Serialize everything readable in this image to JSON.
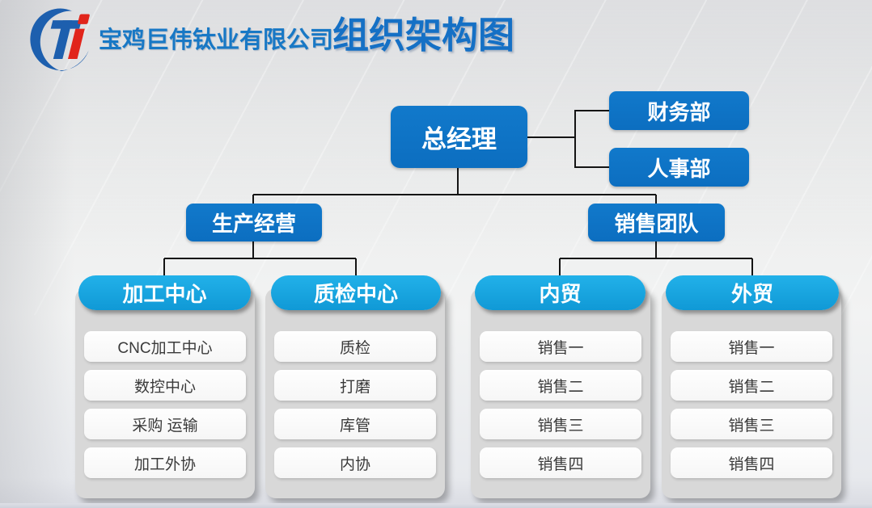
{
  "header": {
    "company": "宝鸡巨伟钛业有限公司",
    "title": "组织架构图"
  },
  "colors": {
    "node_blue": "#0d72c4",
    "pill_cyan": "#17a3de",
    "panel_gray": "#d8d8d8",
    "company_text": "#1878c5",
    "title_text": "#1570c5",
    "logo_blue": "#1d5fae",
    "logo_red": "#e1251b",
    "connector": "#111111"
  },
  "nodes": {
    "general_manager": "总经理",
    "finance": "财务部",
    "hr": "人事部",
    "production": "生产经营",
    "sales_team": "销售团队"
  },
  "columns": [
    {
      "header": "加工中心",
      "items": [
        "CNC加工中心",
        "数控中心",
        "采购 运输",
        "加工外协"
      ]
    },
    {
      "header": "质检中心",
      "items": [
        "质检",
        "打磨",
        "库管",
        "内协"
      ]
    },
    {
      "header": "内贸",
      "items": [
        "销售一",
        "销售二",
        "销售三",
        "销售四"
      ]
    },
    {
      "header": "外贸",
      "items": [
        "销售一",
        "销售二",
        "销售三",
        "销售四"
      ]
    }
  ]
}
